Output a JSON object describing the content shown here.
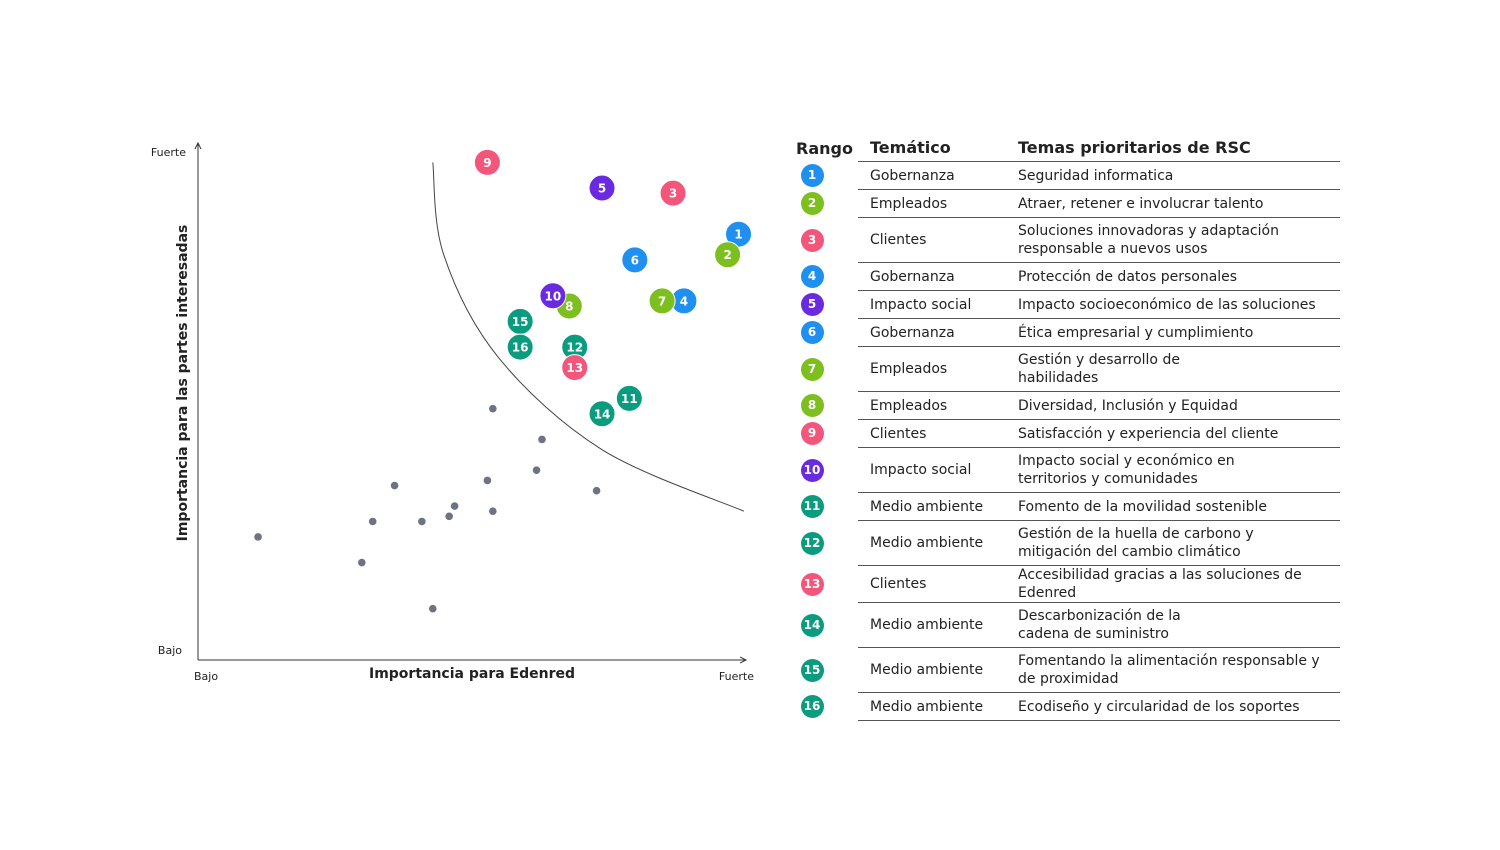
{
  "chart_data": {
    "type": "scatter",
    "title": "",
    "xlabel": "Importancia para Edenred",
    "ylabel": "Importancia para las partes interesadas",
    "x_tick_labels": [
      "Bajo",
      "Fuerte"
    ],
    "y_tick_labels": [
      "Bajo",
      "Fuerte"
    ],
    "xlim": [
      0,
      100
    ],
    "ylim": [
      0,
      100
    ],
    "grid": false,
    "threshold_curve": [
      [
        43,
        97
      ],
      [
        45,
        79
      ],
      [
        55,
        59
      ],
      [
        74,
        41
      ],
      [
        100,
        29
      ]
    ],
    "points": [
      {
        "label": "1",
        "x": 99,
        "y": 83,
        "category": "Gobernanza"
      },
      {
        "label": "2",
        "x": 97,
        "y": 79,
        "category": "Empleados"
      },
      {
        "label": "3",
        "x": 87,
        "y": 91,
        "category": "Clientes"
      },
      {
        "label": "4",
        "x": 89,
        "y": 70,
        "category": "Gobernanza"
      },
      {
        "label": "5",
        "x": 74,
        "y": 92,
        "category": "Impacto social"
      },
      {
        "label": "6",
        "x": 80,
        "y": 78,
        "category": "Gobernanza"
      },
      {
        "label": "7",
        "x": 85,
        "y": 70,
        "category": "Empleados"
      },
      {
        "label": "8",
        "x": 68,
        "y": 69,
        "category": "Empleados"
      },
      {
        "label": "9",
        "x": 53,
        "y": 97,
        "category": "Clientes"
      },
      {
        "label": "10",
        "x": 65,
        "y": 71,
        "category": "Impacto social"
      },
      {
        "label": "11",
        "x": 79,
        "y": 51,
        "category": "Medio ambiente"
      },
      {
        "label": "12",
        "x": 69,
        "y": 61,
        "category": "Medio ambiente"
      },
      {
        "label": "13",
        "x": 69,
        "y": 57,
        "category": "Clientes"
      },
      {
        "label": "14",
        "x": 74,
        "y": 48,
        "category": "Medio ambiente"
      },
      {
        "label": "15",
        "x": 59,
        "y": 66,
        "category": "Medio ambiente"
      },
      {
        "label": "16",
        "x": 59,
        "y": 61,
        "category": "Medio ambiente"
      }
    ],
    "minor_points": [
      {
        "x": 11,
        "y": 24
      },
      {
        "x": 30,
        "y": 19
      },
      {
        "x": 32,
        "y": 27
      },
      {
        "x": 36,
        "y": 34
      },
      {
        "x": 41,
        "y": 27
      },
      {
        "x": 43,
        "y": 10
      },
      {
        "x": 46,
        "y": 28
      },
      {
        "x": 47,
        "y": 30
      },
      {
        "x": 53,
        "y": 35
      },
      {
        "x": 54,
        "y": 49
      },
      {
        "x": 54,
        "y": 29
      },
      {
        "x": 62,
        "y": 37
      },
      {
        "x": 63,
        "y": 43
      },
      {
        "x": 73,
        "y": 33
      }
    ]
  },
  "category_colors": {
    "Gobernanza": "#1f8ff0",
    "Empleados": "#7cbf1e",
    "Clientes": "#f2577b",
    "Impacto social": "#6a2be0",
    "Medio ambiente": "#0b9b7f"
  },
  "minor_point_color": "#6e7384",
  "table": {
    "headers": {
      "rank": "Rango",
      "theme": "Temático",
      "topic": "Temas prioritarios de RSC"
    },
    "rows": [
      {
        "rank": "1",
        "theme": "Gobernanza",
        "topic": "Seguridad informatica"
      },
      {
        "rank": "2",
        "theme": "Empleados",
        "topic": "Atraer, retener e involucrar talento"
      },
      {
        "rank": "3",
        "theme": "Clientes",
        "topic": "Soluciones innovadoras y adaptación\nresponsable a nuevos usos"
      },
      {
        "rank": "4",
        "theme": "Gobernanza",
        "topic": "Protección de datos personales"
      },
      {
        "rank": "5",
        "theme": "Impacto social",
        "topic": "Impacto socioeconómico de las soluciones"
      },
      {
        "rank": "6",
        "theme": "Gobernanza",
        "topic": "Ética empresarial y cumplimiento"
      },
      {
        "rank": "7",
        "theme": "Empleados",
        "topic": "Gestión y desarrollo de\nhabilidades"
      },
      {
        "rank": "8",
        "theme": "Empleados",
        "topic": "Diversidad, Inclusión y Equidad"
      },
      {
        "rank": "9",
        "theme": "Clientes",
        "topic": "Satisfacción y experiencia del cliente"
      },
      {
        "rank": "10",
        "theme": "Impacto social",
        "topic": "Impacto social y económico en\nterritorios y comunidades"
      },
      {
        "rank": "11",
        "theme": "Medio ambiente",
        "topic": "Fomento de la movilidad sostenible"
      },
      {
        "rank": "12",
        "theme": "Medio ambiente",
        "topic": "Gestión de la huella de carbono y\nmitigación del cambio climático"
      },
      {
        "rank": "13",
        "theme": "Clientes",
        "topic": "Accesibilidad gracias a las soluciones de Edenred"
      },
      {
        "rank": "14",
        "theme": "Medio ambiente",
        "topic": "Descarbonización de la\ncadena de suministro"
      },
      {
        "rank": "15",
        "theme": "Medio ambiente",
        "topic": "Fomentando la alimentación responsable y\nde proximidad"
      },
      {
        "rank": "16",
        "theme": "Medio ambiente",
        "topic": "Ecodiseño y circularidad de los soportes"
      }
    ]
  }
}
